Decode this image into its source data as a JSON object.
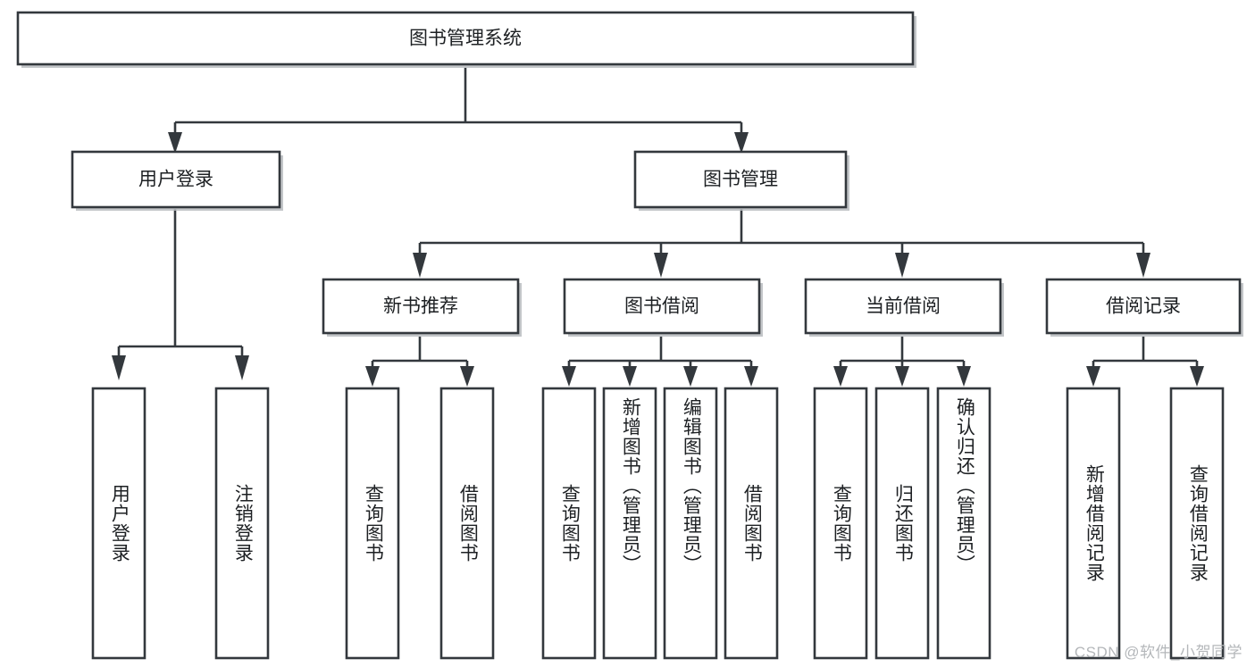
{
  "diagram": {
    "type": "tree",
    "title": "图书管理系统",
    "orientation": "top-down",
    "colors": {
      "box_stroke": "#33383d",
      "box_fill": "#ffffff",
      "text": "#1d2023",
      "shadow": "#b9bcc0",
      "watermark": "#b4b7ba"
    },
    "root": {
      "label": "图书管理系统",
      "children": [
        {
          "label": "用户登录",
          "children": [
            {
              "label": "用户登录"
            },
            {
              "label": "注销登录"
            }
          ]
        },
        {
          "label": "图书管理",
          "children": [
            {
              "label": "新书推荐",
              "children": [
                {
                  "label": "查询图书"
                },
                {
                  "label": "借阅图书"
                }
              ]
            },
            {
              "label": "图书借阅",
              "children": [
                {
                  "label": "查询图书"
                },
                {
                  "label": "新增图书（管理员）"
                },
                {
                  "label": "编辑图书（管理员）"
                },
                {
                  "label": "借阅图书"
                }
              ]
            },
            {
              "label": "当前借阅",
              "children": [
                {
                  "label": "查询图书"
                },
                {
                  "label": "归还图书"
                },
                {
                  "label": "确认归还（管理员）"
                }
              ]
            },
            {
              "label": "借阅记录",
              "children": [
                {
                  "label": "新增借阅记录"
                },
                {
                  "label": "查询借阅记录"
                }
              ]
            }
          ]
        }
      ]
    }
  },
  "nodes": {
    "root": "图书管理系统",
    "l1_user_login": "用户登录",
    "l1_book_mgmt": "图书管理",
    "l2_new_book": "新书推荐",
    "l2_book_borrow": "图书借阅",
    "l2_current_borrow": "当前借阅",
    "l2_borrow_record": "借阅记录",
    "leaf_user_login": "用户登录",
    "leaf_logout": "注销登录",
    "leaf_nb_query": "查询图书",
    "leaf_nb_borrow": "借阅图书",
    "leaf_bb_query": "查询图书",
    "leaf_bb_add": "新增图书（管理员）",
    "leaf_bb_edit": "编辑图书（管理员）",
    "leaf_bb_borrow": "借阅图书",
    "leaf_cb_query": "查询图书",
    "leaf_cb_return": "归还图书",
    "leaf_cb_confirm": "确认归还（管理员）",
    "leaf_br_add": "新增借阅记录",
    "leaf_br_query": "查询借阅记录"
  },
  "watermark": {
    "text": "CSDN @软件_小贺同学"
  }
}
